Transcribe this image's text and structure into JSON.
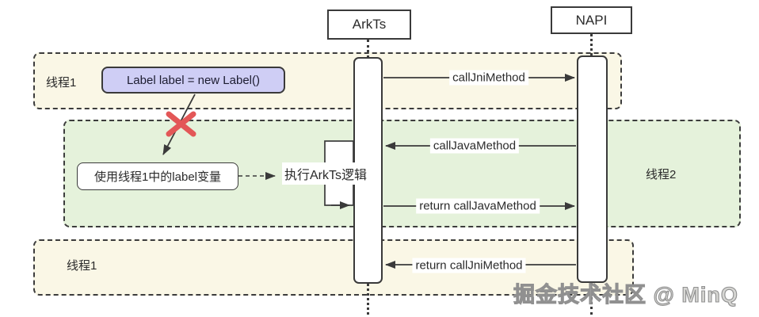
{
  "diagram": {
    "actors": [
      {
        "label": "ArkTs"
      },
      {
        "label": "NAPI"
      }
    ],
    "bands": [
      {
        "label": "线程1"
      },
      {
        "label": "线程2"
      },
      {
        "label": "线程1"
      }
    ],
    "messages": {
      "call_jni": "callJniMethod",
      "call_java": "callJavaMethod",
      "return_call_java": "return callJavaMethod",
      "return_call_jni": "return callJniMethod"
    },
    "notes": {
      "label_declaration": "Label label = new Label()",
      "use_label_variable": "使用线程1中的label变量",
      "execute_arkts_logic": "执行ArkTs逻辑"
    },
    "colors": {
      "thread1_band": "#faf7e6",
      "thread2_band": "#e5f2db",
      "note_fill": "#cfcef5",
      "error_mark": "#e35757",
      "line": "#3a3a3a"
    },
    "watermark": "掘金技术社区 @ MinQ"
  }
}
